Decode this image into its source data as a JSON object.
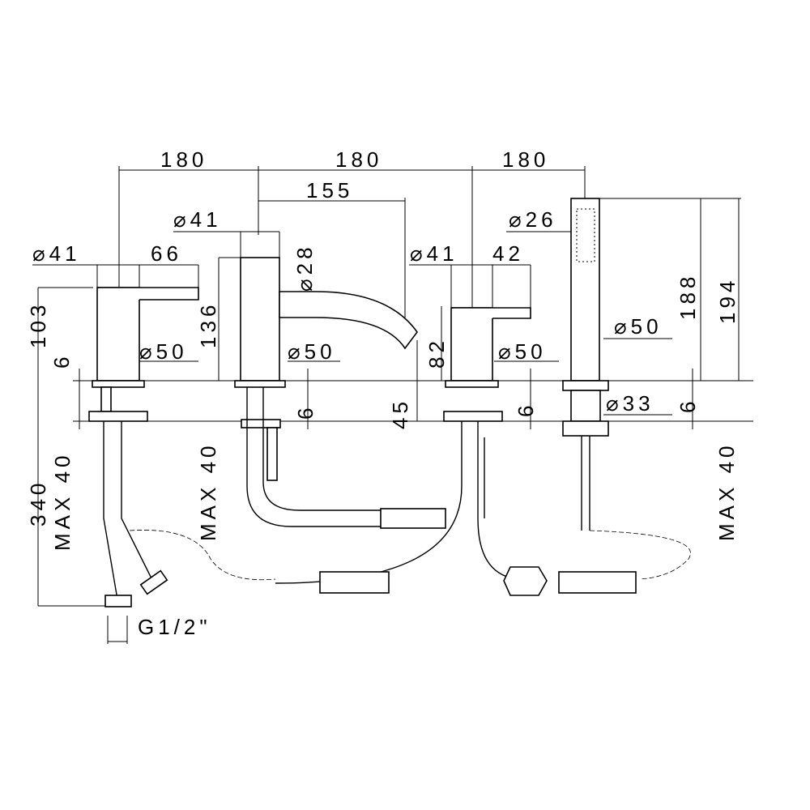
{
  "drawing": {
    "top_spacing": [
      "180",
      "180",
      "180"
    ],
    "spout_reach": "155",
    "diameters": {
      "left_lever_body": "⌀41",
      "spout_body": "⌀41",
      "spout_outlet": "⌀28",
      "right_lever_body": "⌀41",
      "handshower": "⌀26",
      "left_base": "⌀50",
      "spout_base": "⌀50",
      "right_base": "⌀50",
      "handshower_base": "⌀50",
      "handshower_holder": "⌀33"
    },
    "lever_lengths": {
      "left": "66",
      "right": "42"
    },
    "heights": {
      "left_mixer": "103",
      "spout": "136",
      "spout_outlet": "82",
      "spout_outlet_low": "45",
      "handshower_188": "188",
      "handshower_194": "194",
      "hose_total": "340"
    },
    "base_thickness": [
      "6",
      "6",
      "6",
      "6"
    ],
    "max_deck": [
      "MAX 40",
      "MAX 40",
      "MAX 40"
    ],
    "connection": "G1/2\""
  }
}
